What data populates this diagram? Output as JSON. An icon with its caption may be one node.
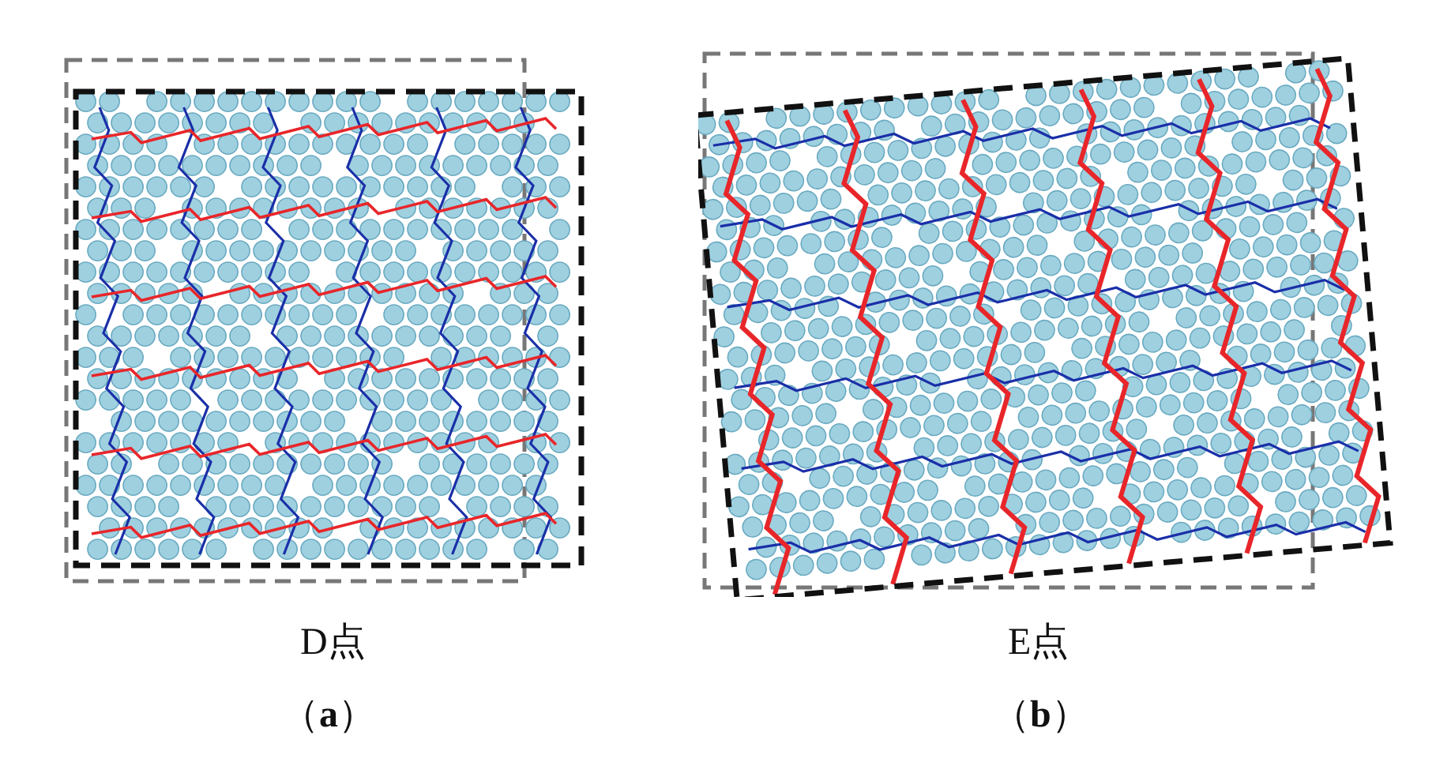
{
  "diagram": {
    "labels": [
      "D点",
      "E点",
      "（**a**）",
      "（**b**）"
    ]
  }
}
